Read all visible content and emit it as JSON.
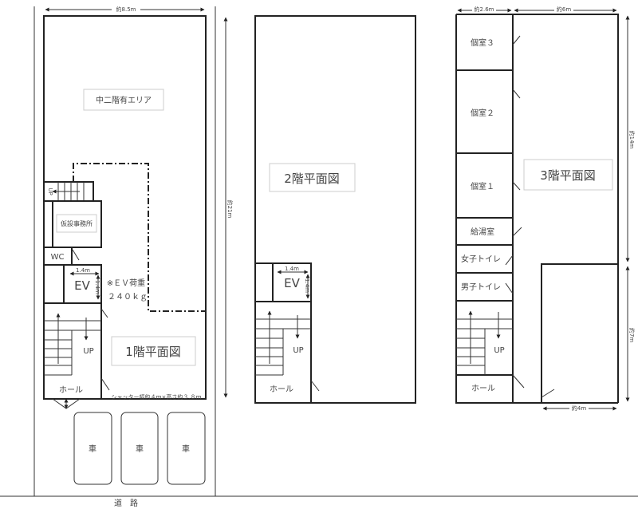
{
  "floor1": {
    "title": "1階平面図",
    "width_dim": "約8.5m",
    "depth_dim": "約21m",
    "mezzanine_label": "中二階有エリア",
    "office_label": "仮設事務所",
    "wc_label": "WC",
    "ev_label": "EV",
    "ev_width": "1.4m",
    "ev_depth": "1.4m",
    "ev_note_1": "※ＥＶ荷重",
    "ev_note_2": "２４０ｋｇ",
    "stair_up_label": "UP",
    "stair_up_label_small": "UP",
    "hall_label": "ホール",
    "shutter_note": "シャッター幅約４ｍ×高さ約３.８ｍ",
    "parking": [
      "車",
      "車",
      "車"
    ],
    "road_label": "道　路"
  },
  "floor2": {
    "title": "2階平面図",
    "ev_label": "EV",
    "ev_width": "1.4m",
    "ev_depth": "1.4m",
    "stair_up_label": "UP",
    "hall_label": "ホール"
  },
  "floor3": {
    "title": "3階平面図",
    "dim_rooms_width": "約2.6m",
    "dim_main_width": "約6m",
    "dim_upper_depth": "約14m",
    "dim_lower_depth": "約7m",
    "dim_lower_width": "約4m",
    "rooms": [
      "個室３",
      "個室２",
      "個室１",
      "給湯室",
      "女子トイレ",
      "男子トイレ"
    ],
    "stair_up_label": "UP",
    "hall_label": "ホール"
  }
}
